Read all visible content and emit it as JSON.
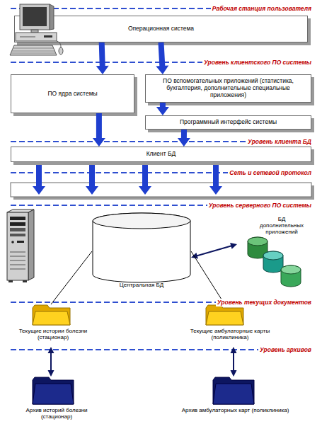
{
  "diagram": {
    "nodes": [
      {
        "text": [
          "Операционная система"
        ]
      },
      {
        "text": [
          "ПО ядра системы"
        ]
      },
      {
        "text": [
          "ПО вспомогательных приложений (статистика, бухгалтерия, дополнительные специальные приложения)"
        ]
      },
      {
        "text": [
          "Программный интерфейс системы"
        ]
      },
      {
        "text": [
          "Клиент БД"
        ]
      },
      {
        "text": [
          "Центральная БД"
        ]
      },
      {
        "text": [
          "БД дополнительных приложений"
        ]
      },
      {
        "text": [
          "Текущие истории болезни (стационар)"
        ]
      },
      {
        "text": [
          "Текущие амбулаторные карты (поликлиника)"
        ]
      },
      {
        "text": [
          "Архив историй болезни (стационар)"
        ]
      },
      {
        "text": [
          "Архив амбулаторных карт (поликлиника)"
        ]
      }
    ],
    "edges": [
      {
        "from": 0,
        "to": 1,
        "arrow": "to"
      },
      {
        "from": 0,
        "to": 2,
        "arrow": "to"
      },
      {
        "from": 2,
        "to": 3,
        "arrow": "to"
      },
      {
        "from": 1,
        "to": 4,
        "arrow": "to"
      },
      {
        "from": 3,
        "to": 4,
        "arrow": "to"
      },
      {
        "from": 5,
        "to": 6,
        "arrow": "both"
      },
      {
        "from": 5,
        "to": 7,
        "arrow": "none"
      },
      {
        "from": 5,
        "to": 8,
        "arrow": "none"
      },
      {
        "from": 7,
        "to": 9,
        "arrow": "both"
      },
      {
        "from": 8,
        "to": 10,
        "arrow": "both"
      }
    ],
    "labels": [
      "Рабочая станция пользователя",
      "Уровень клиентского ПО системы",
      "Уровень клиента БД",
      "Сеть и сетевой протокол",
      "Уровень серверного ПО системы",
      "Уровень текущих документов",
      "Уровень архивов"
    ]
  }
}
